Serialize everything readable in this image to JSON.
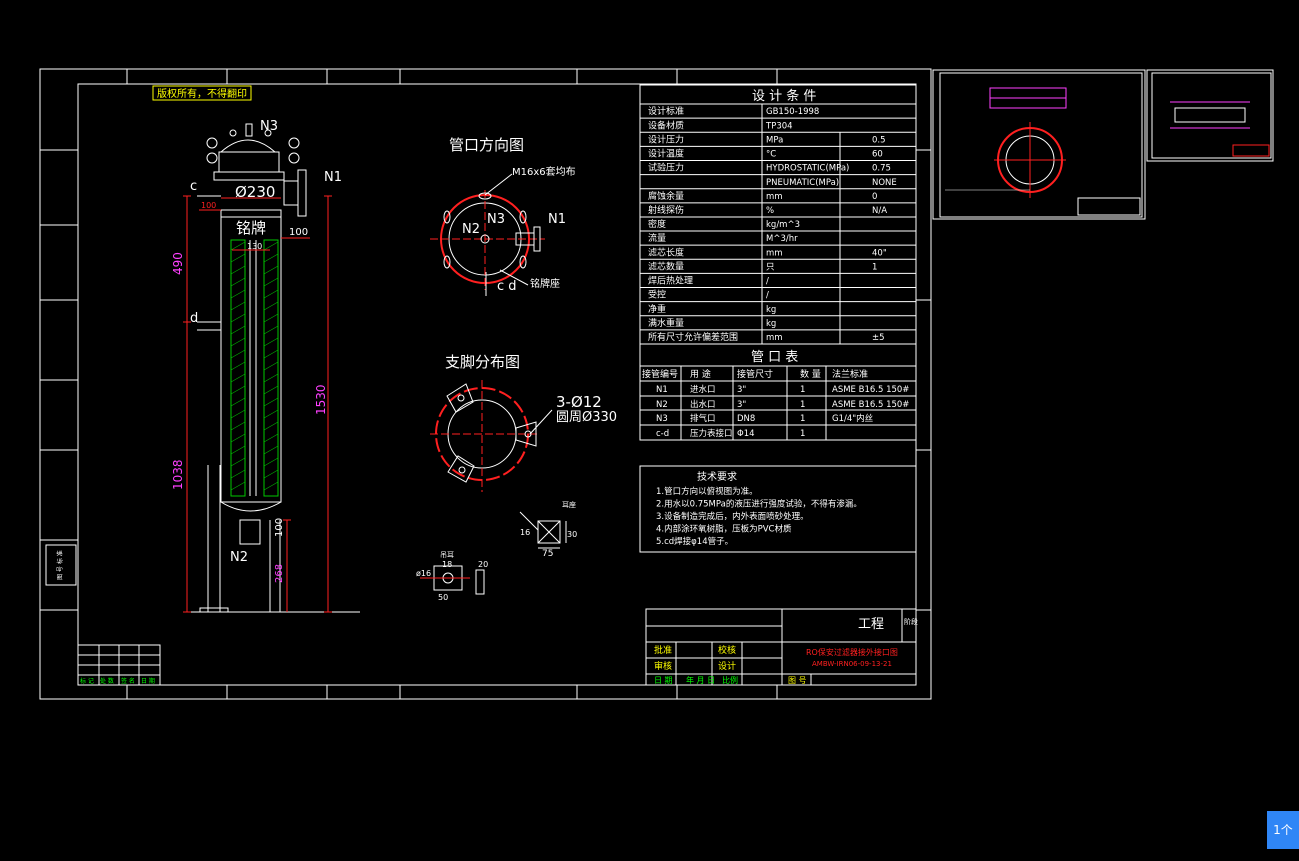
{
  "copyright_note": "版权所有，不得翻印",
  "views": {
    "nozzle_orientation_title": "管口方向图",
    "support_layout_title": "支脚分布图",
    "bolt_note": "M16x6套均布",
    "nameplate_seat": "铭牌座",
    "nameplate": "铭牌",
    "hole_spec": "3-Ø12",
    "hole_circle": "圆周Ø330",
    "ear_seat": "耳座",
    "lug_label": "吊耳"
  },
  "elevation": {
    "n1": "N1",
    "n2": "N2",
    "n3": "N3",
    "c": "c",
    "d": "d",
    "dia": "Ø230",
    "dims": {
      "d100a": "100",
      "d100b": "100",
      "d130": "130",
      "d490": "490",
      "d1038": "1038",
      "d1530": "1530",
      "d100c": "100",
      "d268": "268"
    }
  },
  "plan": {
    "n1": "N1",
    "n2": "N2",
    "n3": "N3",
    "cd": "c d"
  },
  "lug_dims": {
    "a": "18",
    "b": "20",
    "c": "50",
    "d": "ø16"
  },
  "seat_dims": {
    "a": "16",
    "b": "30",
    "c": "75"
  },
  "design_conditions": {
    "title": "设 计 条 件",
    "rows": [
      [
        "设计标准",
        "GB150-1998",
        ""
      ],
      [
        "设备材质",
        "TP304",
        ""
      ],
      [
        "设计压力",
        "MPa",
        "0.5"
      ],
      [
        "设计温度",
        "°C",
        "60"
      ],
      [
        "试验压力",
        "HYDROSTATIC(MPa)",
        "0.75"
      ],
      [
        "",
        "PNEUMATIC(MPa)",
        "NONE"
      ],
      [
        "腐蚀余量",
        "mm",
        "0"
      ],
      [
        "射线探伤",
        "%",
        "N/A"
      ],
      [
        "密度",
        "kg/m^3",
        ""
      ],
      [
        "流量",
        "M^3/hr",
        ""
      ],
      [
        "滤芯长度",
        "mm",
        "40\""
      ],
      [
        "滤芯数量",
        "只",
        "1"
      ],
      [
        "焊后热处理",
        "/",
        ""
      ],
      [
        "受控",
        "/",
        ""
      ],
      [
        "净重",
        "kg",
        ""
      ],
      [
        "满水重量",
        "kg",
        ""
      ],
      [
        "所有尺寸允许偏差范围",
        "mm",
        "±5"
      ]
    ]
  },
  "nozzle_table": {
    "title": "管 口 表",
    "headers": [
      "接管编号",
      "用 途",
      "接管尺寸",
      "数 量",
      "法兰标准"
    ],
    "rows": [
      [
        "N1",
        "进水口",
        "3\"",
        "1",
        "ASME B16.5 150#"
      ],
      [
        "N2",
        "出水口",
        "3\"",
        "1",
        "ASME B16.5 150#"
      ],
      [
        "N3",
        "排气口",
        "DN8",
        "1",
        "G1/4\"内丝"
      ],
      [
        "c-d",
        "压力表接口",
        "Φ14",
        "1",
        ""
      ]
    ]
  },
  "tech_requirements": {
    "title": "技术要求",
    "items": [
      "1.管口方向以俯视图为准。",
      "2.用水以0.75MPa的液压进行强度试验，不得有渗漏。",
      "3.设备制造完成后，内外表面喷砂处理。",
      "4.内部涂环氧树脂，压板为PVC材质",
      "5.cd焊接φ14管子。"
    ]
  },
  "title_block": {
    "project": "工程",
    "design_stage": "阶段",
    "approve": "批准",
    "check": "校核",
    "review": "审核",
    "design": "设计",
    "date": "日 期",
    "year_month_day": "年 月 日",
    "scale": "比例",
    "drawing_no_label": "图 号",
    "drawing_title": "RO保安过滤器接外接口图",
    "drawing_code": "AMBW-IRN06-09-13-21"
  },
  "rev_block": [
    "标 记",
    "处 数",
    "签 名",
    "日 期"
  ],
  "side_label": "图 号 标 准",
  "badge": "1个"
}
